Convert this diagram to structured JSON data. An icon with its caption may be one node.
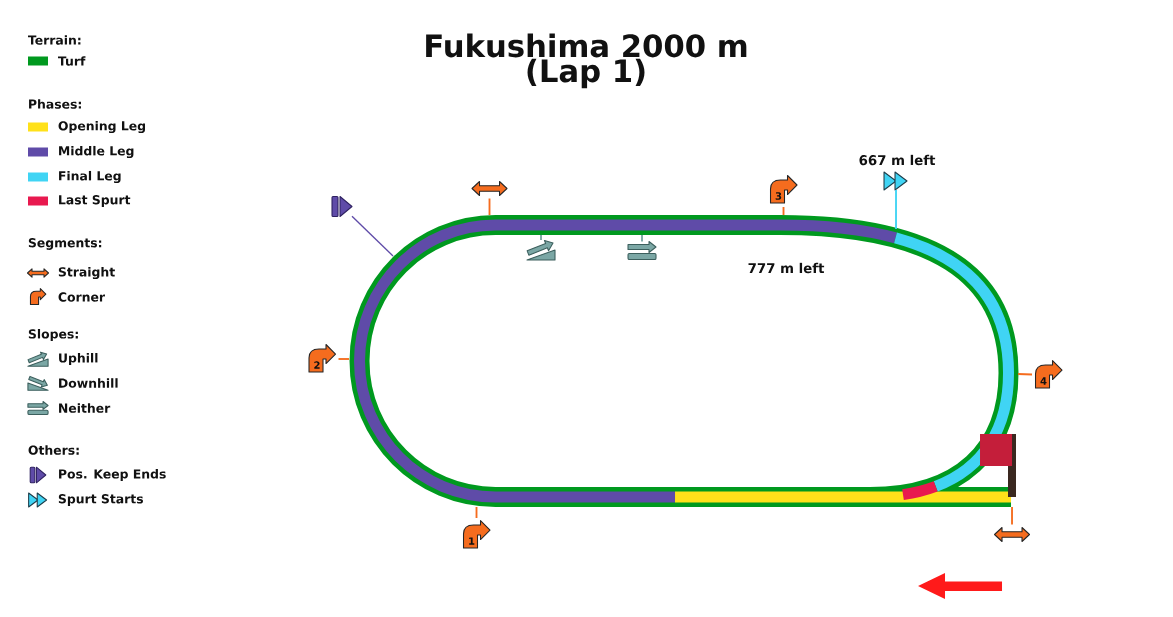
{
  "diagram": {
    "title": "Fukushima 2000 m (Lap 1)",
    "nodes": [
      {
        "text": [],
        "shape": "picture"
      },
      {
        "text": [
          "3"
        ]
      },
      {
        "text": [],
        "shape": "picture",
        "beside": [
          "667 m left"
        ]
      },
      {
        "text": [],
        "shape": "picture"
      },
      {
        "text": [],
        "shape": "picture"
      },
      {
        "text": [],
        "shape": "picture"
      },
      {
        "text": [
          "2"
        ]
      },
      {
        "text": [
          "4"
        ]
      },
      {
        "text": [
          "1"
        ]
      },
      {
        "text": [],
        "shape": "picture"
      }
    ],
    "edges": [
      {
        "from": 0,
        "to": null,
        "arrow": "none"
      },
      {
        "from": 1,
        "to": null,
        "arrow": "none"
      },
      {
        "from": 2,
        "to": null,
        "arrow": "none",
        "color": "#40d4f4"
      },
      {
        "from": 3,
        "to": null,
        "arrow": "none",
        "color": "#5f4ba8"
      },
      {
        "from": 4,
        "to": null,
        "arrow": "none",
        "color": "#7ba7a5"
      },
      {
        "from": 5,
        "to": null,
        "arrow": "none",
        "color": "#7ba7a5"
      },
      {
        "from": 6,
        "to": null,
        "arrow": "none"
      },
      {
        "from": 7,
        "to": null,
        "arrow": "none"
      },
      {
        "from": 8,
        "to": null,
        "arrow": "none"
      },
      {
        "from": 9,
        "to": null,
        "arrow": "none"
      }
    ],
    "labels": [
      "Terrain:",
      "Phases:",
      "Segments:",
      "Slopes:",
      "Others:",
      "777 m left"
    ],
    "legend": [
      {
        "text": "Turf",
        "color": "#00991f"
      },
      {
        "text": "Opening Leg",
        "color": "#ffe11a"
      },
      {
        "text": "Middle Leg",
        "color": "#5f4ba8"
      },
      {
        "text": "Final Leg",
        "color": "#40d4f4"
      },
      {
        "text": "Last Spurt",
        "color": "#e8194f"
      },
      {
        "text": "Straight"
      },
      {
        "text": "Corner"
      },
      {
        "text": "Uphill"
      },
      {
        "text": "Downhill"
      },
      {
        "text": "Neither"
      },
      {
        "text": "Pos. Keep Ends"
      },
      {
        "text": "Spurt Starts"
      }
    ]
  }
}
